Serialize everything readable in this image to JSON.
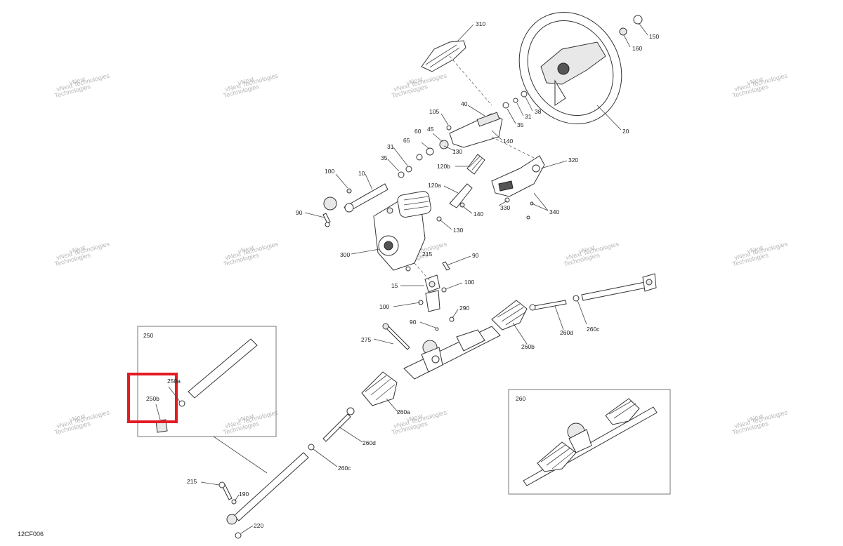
{
  "drawing_id": "12CF006",
  "watermark": {
    "line1": "vNext",
    "line2": "Technologies",
    "line3": "vNext Technologies"
  },
  "parts": {
    "p310": "310",
    "p150": "150",
    "p160": "160",
    "p38": "38",
    "p31a": "31",
    "p35a": "35",
    "p20": "20",
    "p40": "40",
    "p105": "105",
    "p60": "60",
    "p45": "45",
    "p65": "65",
    "p31b": "31",
    "p35b": "35",
    "p130a": "130",
    "p140a": "140",
    "p120b": "120b",
    "p320": "320",
    "p100a": "100",
    "p10": "10",
    "p120a": "120a",
    "p90a": "90",
    "p140b": "140",
    "p330": "330",
    "p340": "340",
    "p130b": "130",
    "p300": "300",
    "p215a": "215",
    "p90b": "90",
    "p15": "15",
    "p100b": "100",
    "p100c": "100",
    "p290": "290",
    "p90c": "90",
    "p275": "275",
    "p260d_a": "260d",
    "p260c_a": "260c",
    "p260b": "260b",
    "p250": "250",
    "p250a": "250a",
    "p250b": "250b",
    "p260a": "260a",
    "p260d_b": "260d",
    "p260c_b": "260c",
    "p260": "260",
    "p215b": "215",
    "p190": "190",
    "p220": "220"
  }
}
